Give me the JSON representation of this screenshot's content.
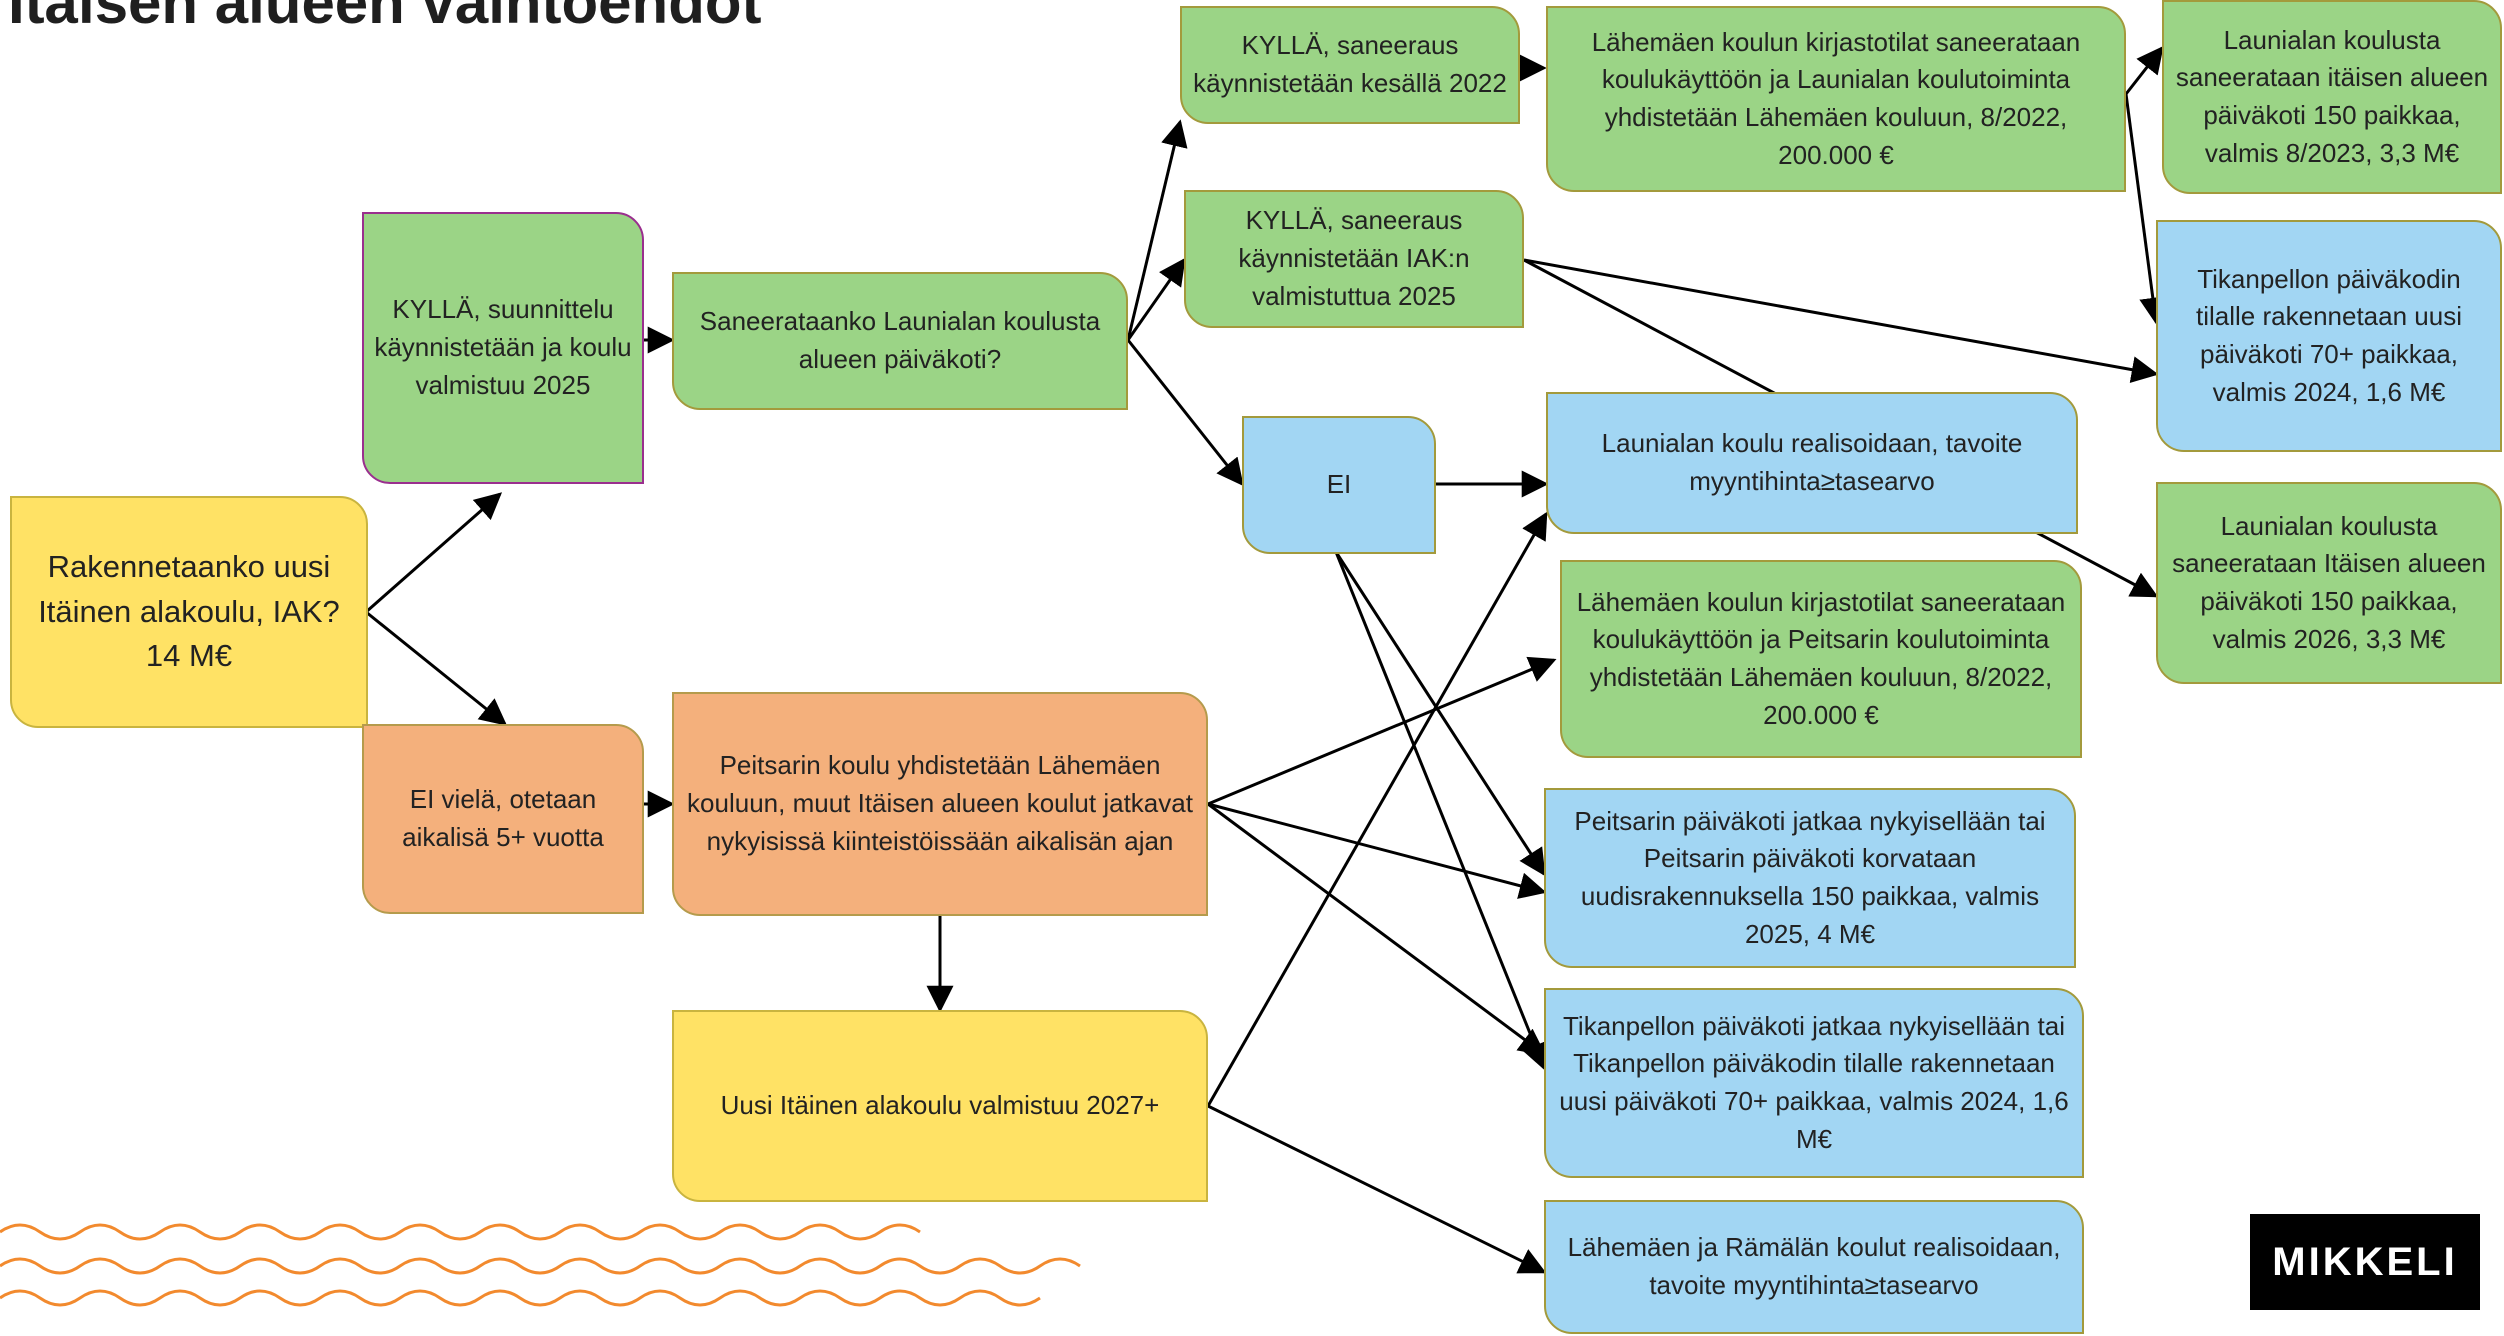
{
  "title": "Itäisen alueen vaihtoehdot",
  "nodes": {
    "root": "Rakennetaanko uusi Itäinen alakoulu, IAK? 14 M€",
    "kylla_suunnittelu": "KYLLÄ, suunnittelu käynnistetään ja koulu valmistuu 2025",
    "ei_viela": "EI vielä, otetaan aikalisä 5+ vuotta",
    "saneerataanko": "Saneerataanko Launialan koulusta alueen päiväkoti?",
    "peitsari_yhdistetaan": "Peitsarin koulu yhdistetään Lähemäen kouluun, muut Itäisen alueen koulut jatkavat nykyisissä kiinteistöissään aikalisän ajan",
    "uusi_valmistuu": "Uusi Itäinen alakoulu valmistuu 2027+",
    "kylla_kesalla": "KYLLÄ, saneeraus käynnistetään kesällä 2022",
    "kylla_iak": "KYLLÄ, saneeraus käynnistetään IAK:n valmistuttua 2025",
    "ei": "EI",
    "lahemaki_launiala": "Lähemäen koulun kirjastotilat saneerataan koulukäyttöön ja Launialan koulutoiminta yhdistetään Lähemäen kouluun, 8/2022, 200.000 €",
    "launiala_realisoidaan": "Launialan koulu realisoidaan, tavoite myyntihinta≥tasearvo",
    "lahemaki_peitsari": "Lähemäen koulun kirjastotilat saneerataan koulukäyttöön ja Peitsarin koulutoiminta yhdistetään Lähemäen kouluun, 8/2022, 200.000 €",
    "peitsari_paivakoti": "Peitsarin päiväkoti jatkaa nykyisellään tai Peitsarin päiväkoti korvataan uudisrakennuksella 150 paikkaa, valmis 2025, 4 M€",
    "tikanpelto_jatkaa": "Tikanpellon päiväkoti jatkaa nykyisellään tai Tikanpellon päiväkodin tilalle rakennetaan uusi päiväkoti 70+ paikkaa, valmis 2024, 1,6 M€",
    "lahemaki_ramala": "Lähemäen ja Rämälän koulut realisoidaan, tavoite myyntihinta≥tasearvo",
    "launiala_2023": "Launialan koulusta saneerataan itäisen alueen päiväkoti 150 paikkaa, valmis 8/2023, 3,3 M€",
    "tikanpelto_uusi": "Tikanpellon päiväkodin tilalle rakennetaan uusi päiväkoti 70+ paikkaa, valmis 2024, 1,6 M€",
    "launiala_2026": "Launialan koulusta saneerataan Itäisen alueen päiväkoti 150 paikkaa, valmis 2026, 3,3 M€"
  },
  "logo": "MIKKELI",
  "colors": {
    "yellow": "#ffe265",
    "green": "#9bd486",
    "blue": "#a2d6f3",
    "orange": "#f4b07c",
    "wave": "#f28a2e"
  }
}
